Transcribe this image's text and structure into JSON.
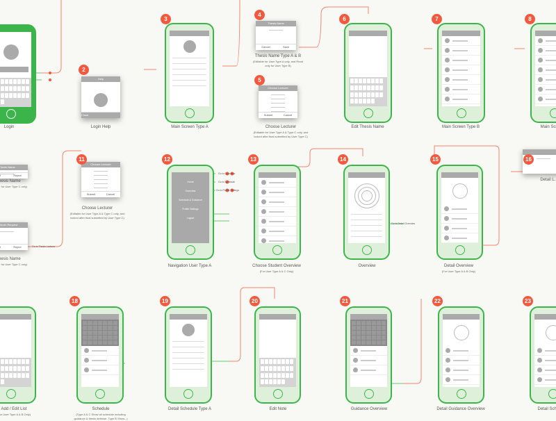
{
  "screens": [
    {
      "badge": "",
      "label": "Login",
      "sub": ""
    },
    {
      "badge": "2",
      "label": "Login Help",
      "sub": "",
      "modal_title": "Help",
      "modal_button": "Close"
    },
    {
      "badge": "3",
      "label": "Main Screen Type A",
      "sub": ""
    },
    {
      "badge": "4",
      "label": "Thesis Name Type A & B",
      "sub": "(Editable for User Type A only, and Read only for User Type B)",
      "modal_title": "Thesis Name",
      "modal_buttons": [
        "Cancel",
        "Save"
      ]
    },
    {
      "badge": "5",
      "label": "Choose Lecturer",
      "sub": "(Editable for User Type A & Type C only, and locked after final submitted by User Type C)",
      "modal_title": "Choose Lecturer",
      "modal_buttons": [
        "Submit",
        "Cancel"
      ]
    },
    {
      "badge": "6",
      "label": "Edit Thesis Name",
      "sub": ""
    },
    {
      "badge": "7",
      "label": "Main Screen Type B",
      "sub": ""
    },
    {
      "badge": "8",
      "label": "Main Screen...",
      "sub": ""
    },
    {
      "badge": "",
      "label": "Thesis Name",
      "sub": "(Editable for User Type C only)",
      "modal_title": "Thesis Name",
      "modal_buttons": [
        "Accept",
        "Reject"
      ]
    },
    {
      "badge": "",
      "label": "Thesis Name",
      "sub": "(Editable for User Type C only)",
      "modal_title": "Lecturer Request",
      "modal_buttons": [
        "Accept",
        "Reject"
      ]
    },
    {
      "badge": "11",
      "label": "Choose Lecturer",
      "sub": "(Editable for User Type A & Type C only, and locked after final submitted by User Type C)",
      "modal_title": "Choose Lecturer",
      "modal_buttons": [
        "Submit",
        "Cancel"
      ]
    },
    {
      "badge": "12",
      "label": "Navigation User Type A",
      "sub": "",
      "nav": [
        "Home",
        "Overview",
        "Schedule & Guidance",
        "Profile Settings",
        "Logout"
      ]
    },
    {
      "badge": "13",
      "label": "Choose Student Overview",
      "sub": "(For User Type A & C Only)"
    },
    {
      "badge": "14",
      "label": "Overview",
      "sub": ""
    },
    {
      "badge": "15",
      "label": "Detail Overview",
      "sub": "(For User Type A & B Only)"
    },
    {
      "badge": "16",
      "label": "Detail L...",
      "sub": ""
    },
    {
      "badge": "",
      "label": "Add / Edit List",
      "sub": "(For User Type A & B Only)"
    },
    {
      "badge": "18",
      "label": "Schedule",
      "sub": "(Type A & C Show all schedule including guidance & thesis defense. Type B Show...)"
    },
    {
      "badge": "19",
      "label": "Detail Schedule Type A",
      "sub": ""
    },
    {
      "badge": "20",
      "label": "Edit Note",
      "sub": ""
    },
    {
      "badge": "21",
      "label": "Guidance Overview",
      "sub": ""
    },
    {
      "badge": "22",
      "label": "Detail Guidance Overview",
      "sub": ""
    },
    {
      "badge": "23",
      "label": "Detail Schedule...",
      "sub": ""
    }
  ],
  "annotations": {
    "go_overview": "Go to Overview",
    "go_schedule": "Go to Schedule",
    "go_profile": "Go to Profile Settings",
    "go_thesis": "Go to Thesis Lecturer",
    "go_detail": "Go to Detail Overview"
  },
  "colors": {
    "accent": "#3bb54a",
    "badge": "#f15a3f",
    "wire": "#f4836b",
    "light": "#dff0da"
  }
}
